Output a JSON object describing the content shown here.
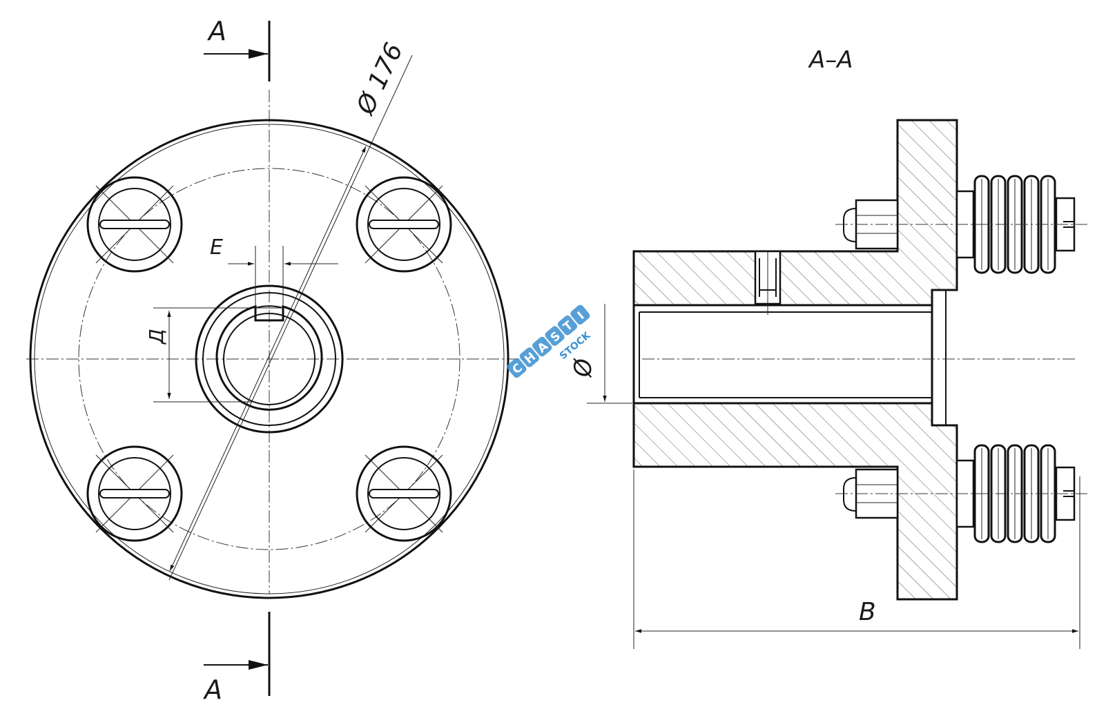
{
  "labels": {
    "section_mark_top": "A",
    "section_mark_bottom": "A",
    "section_title": "A–A",
    "dim_diameter": "Ø 176",
    "dim_keyway_width": "E",
    "dim_key_depth": "Д",
    "dim_bore_prefix": "Ø",
    "dim_length": "B"
  },
  "watermark": {
    "letters": [
      "C",
      "H",
      "A",
      "S",
      "T",
      "I"
    ],
    "sub": "STOCK",
    "color": "#3a8fd0"
  },
  "colors": {
    "line": "#111111",
    "hatch": "#444444",
    "paper": "#ffffff"
  }
}
